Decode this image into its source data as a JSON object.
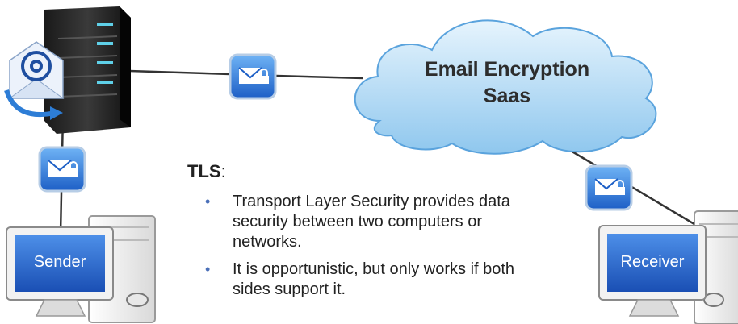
{
  "cloud": {
    "line1": "Email Encryption",
    "line2": "Saas"
  },
  "sender": {
    "label": "Sender"
  },
  "receiver": {
    "label": "Receiver"
  },
  "tls": {
    "heading_bold": "TLS",
    "heading_rest": ":",
    "bullets": [
      {
        "symbol": "•",
        "text": "Transport Layer Security provides data security between two computers or networks."
      },
      {
        "symbol": "•",
        "text": "It is opportunistic, but only works if both sides support it."
      }
    ]
  },
  "icons": [
    "email-server-icon",
    "at-sign-icon",
    "envelope-lock-icon",
    "cloud-icon",
    "desktop-computer-icon"
  ],
  "colors": {
    "cloud_fill": "#b3dbf5",
    "screen_blue": "#2a6bd8",
    "badge_blue": "#2f7fe0",
    "line": "#333333",
    "bullet": "#4a6fb8"
  }
}
